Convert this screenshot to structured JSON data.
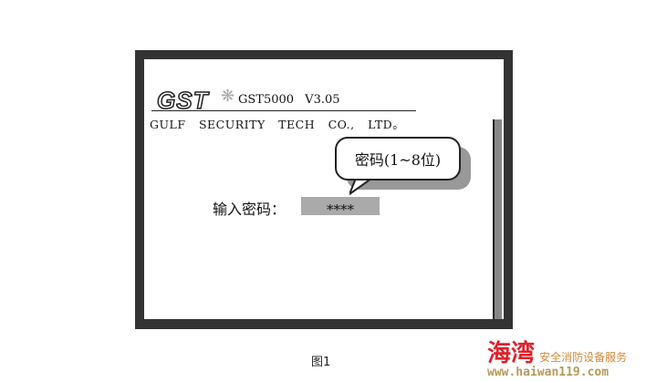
{
  "logo": "GST",
  "model": "GST5000   V3.05",
  "company": "GULF  SECURITY  TECH  CO., LTD。",
  "tooltip": "密码(1~8位)",
  "password_label": "输入密码：",
  "password_value": "****",
  "caption": "图1",
  "watermark": {
    "brand": "海湾",
    "slogan": "安全消防设备服务",
    "url": "www.haiwan119.com"
  }
}
